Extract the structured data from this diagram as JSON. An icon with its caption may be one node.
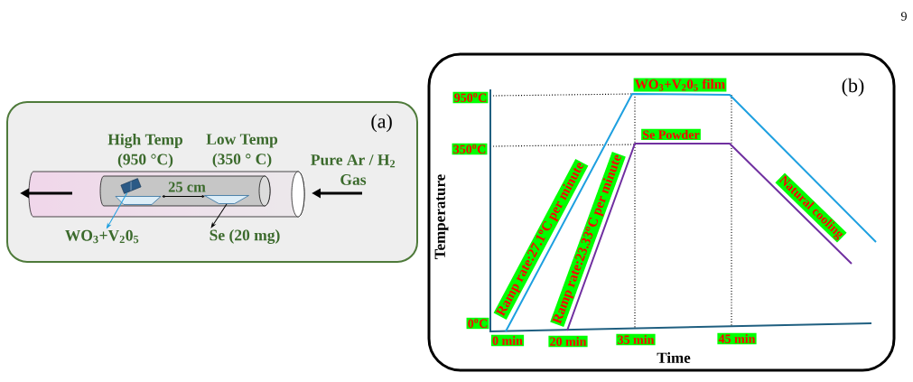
{
  "diagram": {
    "nodes": [
      {
        "text": [
          "(a)"
        ]
      },
      {
        "text": [],
        "shape": "box",
        "in": 0
      },
      {
        "text": [],
        "shape": "trapezoid",
        "in": 0
      },
      {
        "text": [
          "WO$_{3}$+V$_{2}$0$_{5}$"
        ],
        "in": 0
      },
      {
        "text": [
          "Se (20 mg)"
        ],
        "in": 0
      },
      {
        "text": [
          "(b)"
        ]
      }
    ],
    "edges": [
      {
        "from": 1,
        "to": 3,
        "arrow": "to",
        "color": "#1ea0e0"
      },
      {
        "from": 2,
        "to": 4,
        "arrow": "to",
        "color": "#000000"
      }
    ],
    "labels": [
      "9",
      "High Temp (950 °C)",
      "Low Temp (350 ° C)",
      "Pure Ar / H$_{2}$ Gas",
      "25 cm",
      "WO$_{3}$+V$_{2}$0$_{5}$ film",
      "950$^{o}$C",
      "Se Powder",
      "350$^{o}$C",
      "Temperature",
      "Ramp rate:27.1$^{o}$C per minute",
      "Ramp rate:23.33$^{o}$C per minute",
      "Natural cooling",
      "0$^{o}$C",
      "0 min",
      "20 min",
      "35 min",
      "45 min",
      "Time"
    ]
  }
}
